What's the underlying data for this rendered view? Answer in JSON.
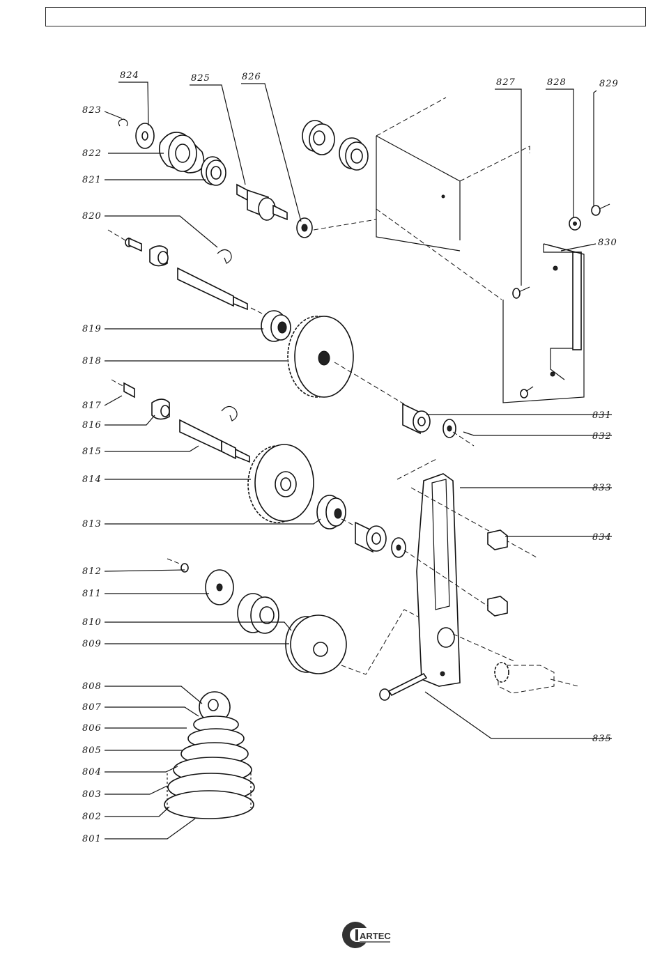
{
  "parts": {
    "p801": "801",
    "p802": "802",
    "p803": "803",
    "p804": "804",
    "p805": "805",
    "p806": "806",
    "p807": "807",
    "p808": "808",
    "p809": "809",
    "p810": "810",
    "p811": "811",
    "p812": "812",
    "p813": "813",
    "p814": "814",
    "p815": "815",
    "p816": "816",
    "p817": "817",
    "p818": "818",
    "p819": "819",
    "p820": "820",
    "p821": "821",
    "p822": "822",
    "p823": "823",
    "p824": "824",
    "p825": "825",
    "p826": "826",
    "p827": "827",
    "p828": "828",
    "p829": "829",
    "p830": "830",
    "p831": "831",
    "p832": "832",
    "p833": "833",
    "p834": "834",
    "p835": "835"
  },
  "logo": {
    "name": "ARTEC",
    "color": "#333333"
  }
}
